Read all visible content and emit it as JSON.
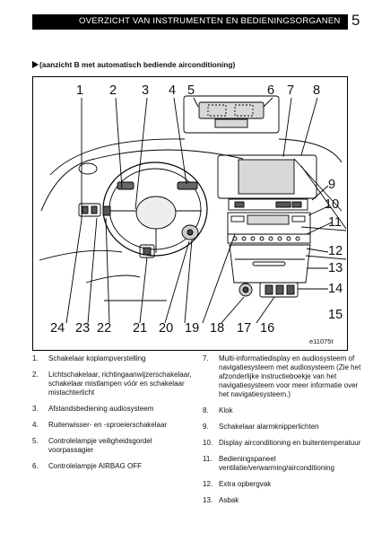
{
  "header": {
    "title": "OVERZICHT VAN INSTRUMENTEN EN BEDIENINGSORGANEN",
    "page_number": "5"
  },
  "section_title": "(aanzicht  B  met  automatisch  bediende  airconditioning)",
  "figure": {
    "code": "e11075t",
    "callouts": [
      "1",
      "2",
      "3",
      "4",
      "5",
      "6",
      "7",
      "8",
      "9",
      "10",
      "11",
      "12",
      "13",
      "14",
      "15",
      "16",
      "17",
      "18",
      "19",
      "20",
      "21",
      "22",
      "23",
      "24"
    ]
  },
  "items_left": [
    {
      "num": "1.",
      "text": "Schakelaar koplampverstelling"
    },
    {
      "num": "2.",
      "text": "Lichtschakelaar, richtingaanwijzerschakelaar, schakelaar mistlampen vóór en schakelaar mistachterlicht"
    },
    {
      "num": "3.",
      "text": "Afstandsbediening audiosysteem"
    },
    {
      "num": "4.",
      "text": "Ruitenwisser- en -sproeierschakelaar"
    },
    {
      "num": "5.",
      "text": "Controlelampje veiligheidsgordel voorpassagier"
    },
    {
      "num": "6.",
      "text": "Controlelampje AIRBAG OFF"
    }
  ],
  "items_right": [
    {
      "num": "7.",
      "text": "Multi-informatiedisplay en audiosysteem of navigatiesysteem met audiosysteem (Zie het afzonderlijke instructieboekje van het navigatiesysteem voor meer informatie over het navigatiesysteem.)"
    },
    {
      "num": "8.",
      "text": "Klok"
    },
    {
      "num": "9.",
      "text": "Schakelaar alarmknipperlichten"
    },
    {
      "num": "10.",
      "text": "Display airconditioning en buitentemperatuur"
    },
    {
      "num": "11.",
      "text": "Bedieningspaneel ventilatie/verwarming/airconditioning"
    },
    {
      "num": "12.",
      "text": "Extra opbergvak"
    },
    {
      "num": "13.",
      "text": "Asbak"
    }
  ]
}
